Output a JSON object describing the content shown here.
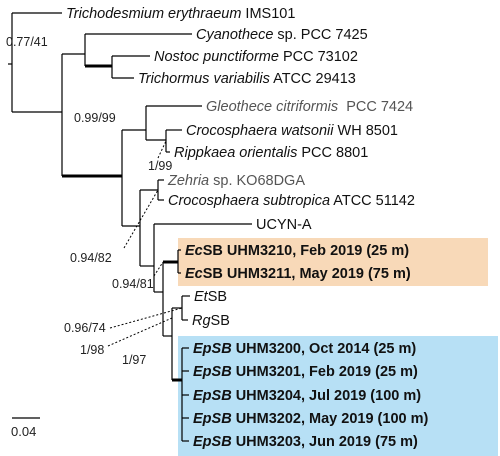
{
  "taxa": [
    {
      "id": "t1",
      "parts": [
        {
          "text": "Trichodesmium erythraeum",
          "italic": true
        },
        {
          "text": " IMS101",
          "italic": false
        }
      ]
    },
    {
      "id": "t2",
      "parts": [
        {
          "text": "Cyanothece",
          "italic": true
        },
        {
          "text": " sp. PCC 7425",
          "italic": false
        }
      ]
    },
    {
      "id": "t3",
      "parts": [
        {
          "text": "Nostoc punctiforme",
          "italic": true
        },
        {
          "text": " PCC 73102",
          "italic": false
        }
      ]
    },
    {
      "id": "t4",
      "parts": [
        {
          "text": "Trichormus variabilis",
          "italic": true
        },
        {
          "text": " ATCC 29413",
          "italic": false
        }
      ]
    },
    {
      "id": "t5",
      "parts": [
        {
          "text": "Gleothece citriformis",
          "italic": true
        },
        {
          "text": "  PCC 7424",
          "italic": false
        }
      ]
    },
    {
      "id": "t6",
      "parts": [
        {
          "text": "Crocosphaera watsonii",
          "italic": true
        },
        {
          "text": " WH 8501",
          "italic": false
        }
      ]
    },
    {
      "id": "t7",
      "parts": [
        {
          "text": "Rippkaea orientalis",
          "italic": true
        },
        {
          "text": " PCC 8801",
          "italic": false
        }
      ]
    },
    {
      "id": "t8",
      "parts": [
        {
          "text": "Zehria",
          "italic": true
        },
        {
          "text": " sp. KO68DGA",
          "italic": false
        }
      ]
    },
    {
      "id": "t9",
      "parts": [
        {
          "text": "Crocosphaera subtropica",
          "italic": true
        },
        {
          "text": " ATCC 51142",
          "italic": false
        }
      ]
    },
    {
      "id": "t10",
      "parts": [
        {
          "text": "UCYN-A",
          "italic": false
        }
      ]
    },
    {
      "id": "t11",
      "parts": [
        {
          "text": "Ec",
          "italic": true
        },
        {
          "text": "SB UHM3210, Feb 2019 (25 m)",
          "italic": false
        }
      ]
    },
    {
      "id": "t12",
      "parts": [
        {
          "text": "Ec",
          "italic": true
        },
        {
          "text": "SB UHM3211, May 2019 (75 m)",
          "italic": false
        }
      ]
    },
    {
      "id": "t13",
      "parts": [
        {
          "text": "Et",
          "italic": true
        },
        {
          "text": "SB",
          "italic": false
        }
      ]
    },
    {
      "id": "t14",
      "parts": [
        {
          "text": "Rg",
          "italic": true
        },
        {
          "text": "SB",
          "italic": false
        }
      ]
    },
    {
      "id": "t15",
      "parts": [
        {
          "text": "EpSB",
          "italic": true
        },
        {
          "text": " UHM3200, Oct 2014 (25 m)",
          "italic": false
        }
      ]
    },
    {
      "id": "t16",
      "parts": [
        {
          "text": "EpSB",
          "italic": true
        },
        {
          "text": " UHM3201, Feb 2019 (25 m)",
          "italic": false
        }
      ]
    },
    {
      "id": "t17",
      "parts": [
        {
          "text": "EpSB",
          "italic": true
        },
        {
          "text": " UHM3204, Jul 2019 (100 m)",
          "italic": false
        }
      ]
    },
    {
      "id": "t18",
      "parts": [
        {
          "text": "EpSB",
          "italic": true
        },
        {
          "text": " UHM3202, May 2019 (100 m)",
          "italic": false
        }
      ]
    },
    {
      "id": "t19",
      "parts": [
        {
          "text": "EpSB",
          "italic": true
        },
        {
          "text": " UHM3203, Jun 2019 (75 m)",
          "italic": false
        }
      ]
    }
  ],
  "support": {
    "s1": "0.77/41",
    "s2": "0.99/99",
    "s3": "1/99",
    "s4": "0.94/82",
    "s5": "0.94/81",
    "s6": "0.96/74",
    "s7": "1/98",
    "s8": "1/97"
  },
  "scale_bar": {
    "label": "0.04"
  },
  "colors": {
    "ec_highlight": "#f8d9b8",
    "ep_highlight": "#b7e0f5"
  }
}
